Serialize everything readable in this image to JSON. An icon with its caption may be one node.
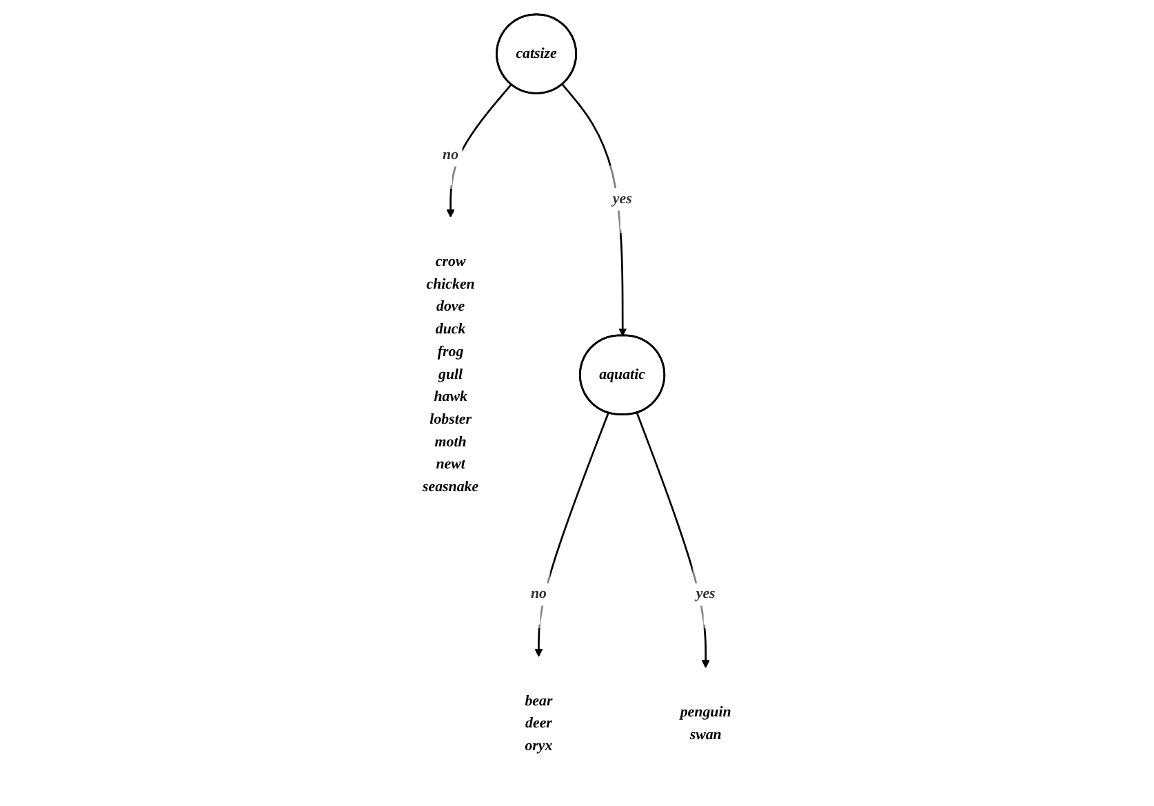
{
  "diagram": {
    "nodes": [
      {
        "text": [
          "catsize"
        ]
      },
      {
        "text": [
          "crow",
          "chicken",
          "dove",
          "duck",
          "frog",
          "gull",
          "hawk",
          "lobster",
          "moth",
          "newt",
          "seasnake"
        ]
      },
      {
        "text": [
          "aquatic"
        ]
      },
      {
        "text": [
          "bear",
          "deer",
          "oryx"
        ]
      },
      {
        "text": [
          "penguin",
          "swan"
        ]
      }
    ],
    "edges": [
      {
        "from": 0,
        "to": 1,
        "arrow": "to",
        "label": "no"
      },
      {
        "from": 0,
        "to": 2,
        "arrow": "to",
        "label": "yes"
      },
      {
        "from": 2,
        "to": 3,
        "arrow": "to",
        "label": "no"
      },
      {
        "from": 2,
        "to": 4,
        "arrow": "to",
        "label": "yes"
      }
    ]
  }
}
